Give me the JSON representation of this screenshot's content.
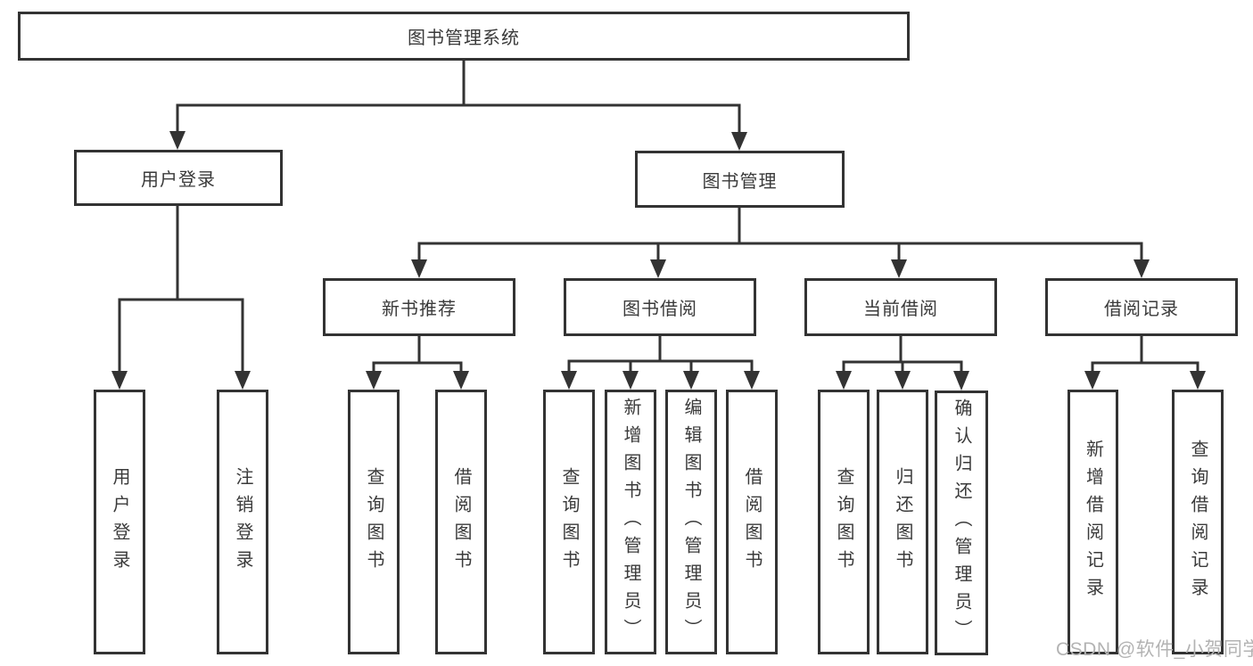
{
  "diagram": {
    "title": "图书管理系统",
    "root": {
      "label": "图书管理系统"
    },
    "level2": [
      {
        "label": "用户登录"
      },
      {
        "label": "图书管理"
      }
    ],
    "level3": [
      {
        "label": "新书推荐"
      },
      {
        "label": "图书借阅"
      },
      {
        "label": "当前借阅"
      },
      {
        "label": "借阅记录"
      }
    ],
    "leaves": {
      "user_login": [
        "用户登录",
        "注销登录"
      ],
      "new_books": [
        "查询图书",
        "借阅图书"
      ],
      "book_borrow": [
        "查询图书",
        "新增图书（管理员）",
        "编辑图书（管理员）",
        "借阅图书"
      ],
      "current_borrow": [
        "查询图书",
        "归还图书",
        "确认归还（管理员）"
      ],
      "borrow_records": [
        "新增借阅记录",
        "查询借阅记录"
      ]
    }
  },
  "watermark": {
    "text": "CSDN @软件_小贺同学",
    "color": "#b3b3b3"
  },
  "colors": {
    "line": "#333333",
    "text": "#3a3a3a",
    "background": "#ffffff"
  }
}
